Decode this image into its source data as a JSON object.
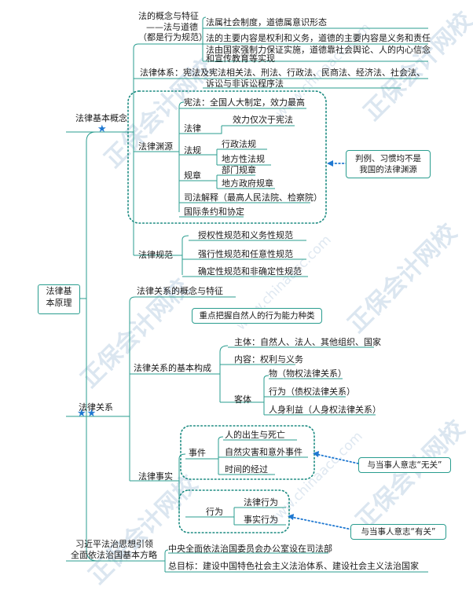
{
  "root": {
    "line1": "法律基",
    "line2": "本原理"
  },
  "concept": {
    "label": "法律基本概念",
    "stars": "★",
    "def_label": {
      "l1": "法的概念与特征",
      "l2": "——法与道德",
      "l3": "（都是行为规范）"
    },
    "defs": [
      "法属社会制度，道德属意识形态",
      "法的主要内容是权利和义务，道德的主要内容是义务和责任",
      "法由国家强制力保证实施，道德靠社会舆论、人的内心信念",
      "和宣传教育等实现"
    ],
    "system": {
      "l1": "法律体系：宪法及宪法相关法、刑法、行政法、民商法、经济法、社会法、",
      "l2": "诉讼与非诉讼程序法"
    },
    "sources": {
      "label": "法律渊源",
      "constitution": "宪法：全国人大制定，效力最高",
      "law": "法律",
      "law_child": "效力仅次于宪法",
      "regulation": "法规",
      "regulation_children": [
        "行政法规",
        "地方性法规"
      ],
      "rule": "规章",
      "rule_children": [
        "部门规章",
        "地方政府规章"
      ],
      "judicial": "司法解释（最高人民法院、检察院）",
      "treaty": "国际条约和协定",
      "note": {
        "l1": "判例、习惯均不是",
        "l2": "我国的法律渊源"
      }
    },
    "norms": {
      "label": "法律规范",
      "items": [
        "授权性规范和义务性规范",
        "强行性规范和任意性规范",
        "确定性规范和非确定性规范"
      ]
    }
  },
  "relation": {
    "label": "法律关系",
    "stars": "★★",
    "concept": "法律关系的概念与特征",
    "composition": {
      "label": "法律关系的基本构成",
      "note": "重点把握自然人的行为能力种类",
      "subject": "主体：自然人、法人、其他组织、国家",
      "content": "内容：权利与义务",
      "object": "客体",
      "object_children": [
        "物（物权法律关系）",
        "行为（债权法律关系）",
        "人身利益（人身权法律关系）"
      ]
    },
    "facts": {
      "label": "法律事实",
      "event": "事件",
      "event_children": [
        "人的出生与死亡",
        "自然灾害和意外事件",
        "时间的经过"
      ],
      "event_note": "与当事人意志“无关”",
      "act": "行为",
      "act_children": [
        "法律行为",
        "事实行为"
      ],
      "act_note": "与当事人意志“有关”"
    }
  },
  "xi": {
    "label_l1": "习近平法治思想引领",
    "label_l2": "全面依法治国基本方略",
    "items": [
      "中央全面依法治国委员会办公室设在司法部",
      "总目标：建设中国特色社会主义法治体系、建设社会主义法治国家"
    ]
  },
  "watermark": {
    "brand": "正保会计网校",
    "url": "www.chinaacc.com"
  },
  "colors": {
    "line": "#2a9d8f",
    "dots": "#2a9d8f",
    "arrow": "#1f78d1",
    "star": "#1f78d1"
  }
}
